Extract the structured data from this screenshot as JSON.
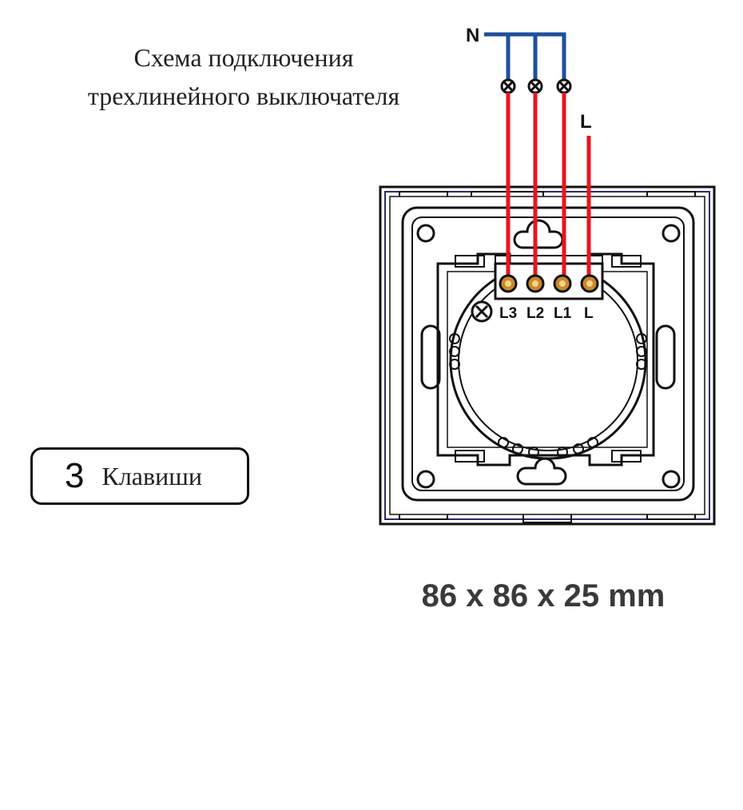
{
  "title": {
    "line1": "Схема подключения",
    "line2": "трехлинейного выключателя"
  },
  "keys": {
    "count": "3",
    "label": "Клавиши"
  },
  "dimensions": "86 x 86 x 25 mm",
  "wires": {
    "neutral_label": "N",
    "live_label": "L"
  },
  "terminals": [
    {
      "label": "L3"
    },
    {
      "label": "L2"
    },
    {
      "label": "L1"
    },
    {
      "label": "L"
    }
  ],
  "colors": {
    "neutral_wire": "#1f4e9c",
    "live_wire": "#e8141c",
    "terminal": "#c8892a",
    "frame_border": "#2a2a6a"
  }
}
